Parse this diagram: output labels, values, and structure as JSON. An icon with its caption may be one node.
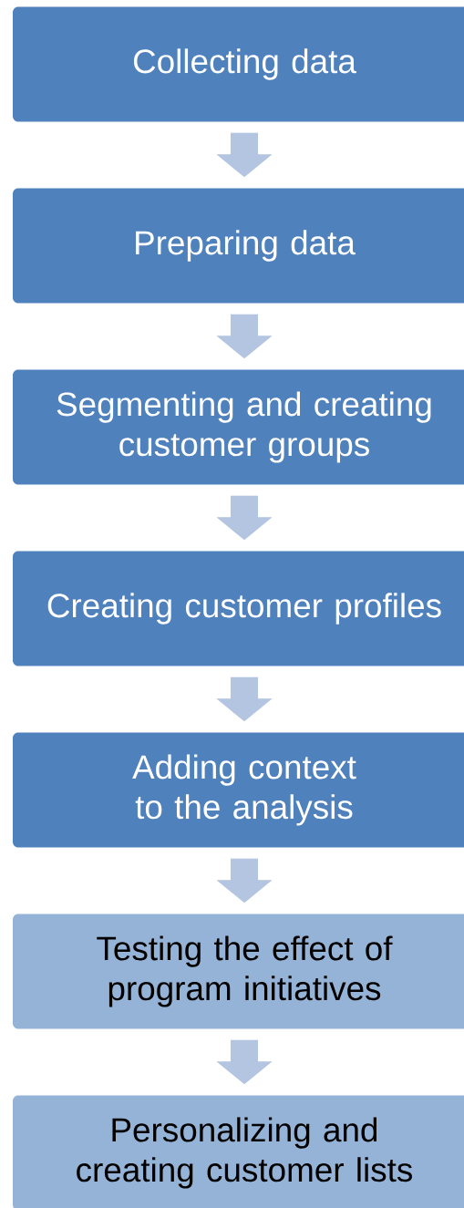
{
  "diagram": {
    "nodes": [
      {
        "text": [
          "Collecting data"
        ]
      },
      {
        "text": [
          "Preparing data"
        ]
      },
      {
        "text": [
          "Segmenting and creating customer groups"
        ]
      },
      {
        "text": [
          "Creating customer profiles"
        ]
      },
      {
        "text": [
          "Adding context to the analysis"
        ]
      },
      {
        "text": [
          "Testing the effect of program initiatives"
        ]
      },
      {
        "text": [
          "Personalizing and creating customer lists"
        ]
      }
    ],
    "edges": [
      {
        "from": 0,
        "to": 1,
        "arrow": "to"
      },
      {
        "from": 1,
        "to": 2,
        "arrow": "to"
      },
      {
        "from": 2,
        "to": 3,
        "arrow": "to"
      },
      {
        "from": 3,
        "to": 4,
        "arrow": "to"
      },
      {
        "from": 4,
        "to": 5,
        "arrow": "to"
      },
      {
        "from": 5,
        "to": 6,
        "arrow": "to"
      }
    ]
  }
}
